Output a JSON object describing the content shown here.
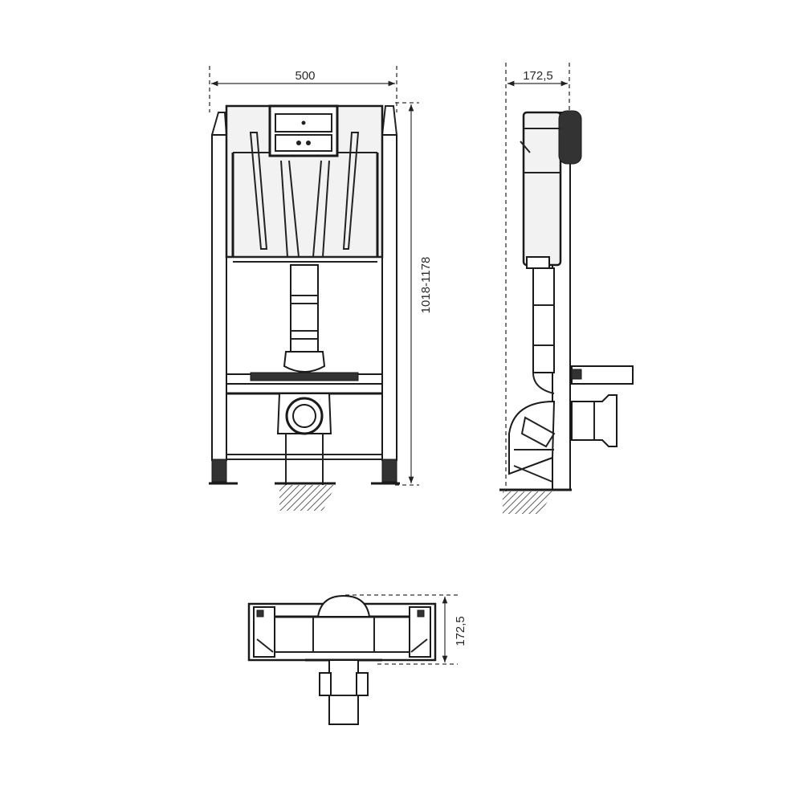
{
  "views": {
    "front": {
      "width_dimension": "500",
      "height_dimension": "1018-1178"
    },
    "side": {
      "depth_dimension": "172,5"
    },
    "top": {
      "depth_dimension": "172,5"
    }
  }
}
